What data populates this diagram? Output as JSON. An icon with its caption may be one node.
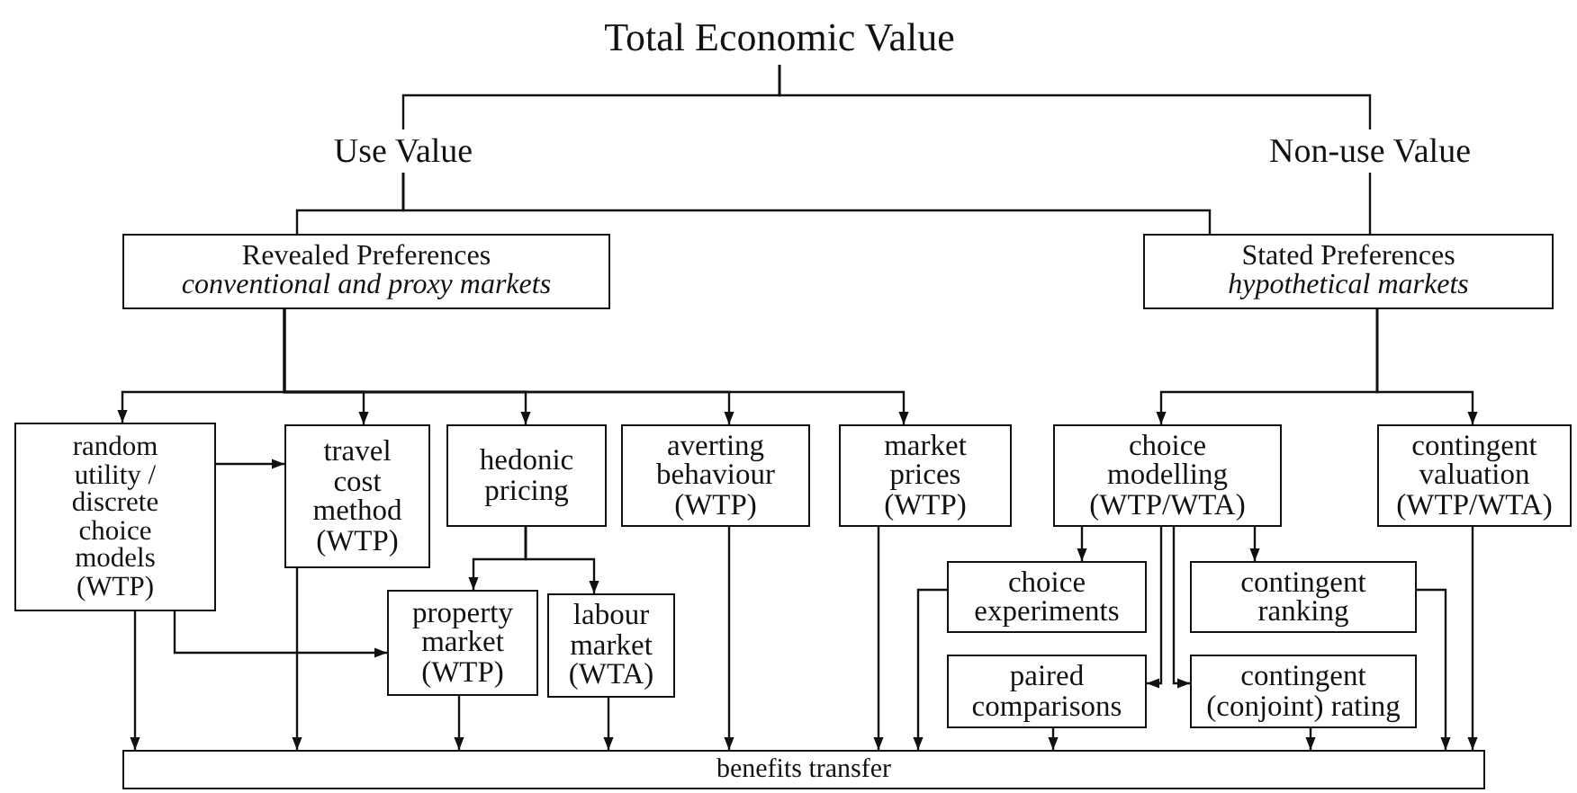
{
  "diagram": {
    "nodes": [
      {
        "text": [
          "Total Economic Value"
        ]
      },
      {
        "text": [
          "Use Value"
        ]
      },
      {
        "text": [
          "Non-use Value"
        ]
      },
      {
        "text": [
          "Revealed Preferences",
          "conventional and proxy markets"
        ]
      },
      {
        "text": [
          "Stated Preferences",
          "hypothetical markets"
        ]
      },
      {
        "text": [
          "random utility / discrete choice models (WTP)"
        ]
      },
      {
        "text": [
          "travel cost method (WTP)"
        ]
      },
      {
        "text": [
          "hedonic pricing"
        ]
      },
      {
        "text": [
          "averting behaviour (WTP)"
        ]
      },
      {
        "text": [
          "market prices (WTP)"
        ]
      },
      {
        "text": [
          "choice modelling (WTP/WTA)"
        ]
      },
      {
        "text": [
          "contingent valuation (WTP/WTA)"
        ]
      },
      {
        "text": [
          "property market (WTP)"
        ]
      },
      {
        "text": [
          "labour market (WTA)"
        ]
      },
      {
        "text": [
          "choice experiments"
        ]
      },
      {
        "text": [
          "contingent ranking"
        ]
      },
      {
        "text": [
          "paired comparisons"
        ]
      },
      {
        "text": [
          "contingent (conjoint) rating"
        ]
      },
      {
        "text": [
          "benefits transfer"
        ]
      }
    ],
    "edges": [
      {
        "from": 0,
        "to": 1,
        "arrow": "none"
      },
      {
        "from": 0,
        "to": 2,
        "arrow": "none"
      },
      {
        "from": 1,
        "to": 3,
        "arrow": "none"
      },
      {
        "from": 1,
        "to": 4,
        "arrow": "none"
      },
      {
        "from": 2,
        "to": 4,
        "arrow": "none"
      },
      {
        "from": 3,
        "to": 5,
        "arrow": "to"
      },
      {
        "from": 3,
        "to": 6,
        "arrow": "to"
      },
      {
        "from": 3,
        "to": 7,
        "arrow": "to"
      },
      {
        "from": 3,
        "to": 8,
        "arrow": "to"
      },
      {
        "from": 3,
        "to": 9,
        "arrow": "to"
      },
      {
        "from": 4,
        "to": 10,
        "arrow": "to"
      },
      {
        "from": 4,
        "to": 11,
        "arrow": "to"
      },
      {
        "from": 5,
        "to": 6,
        "arrow": "to"
      },
      {
        "from": 5,
        "to": 12,
        "arrow": "to"
      },
      {
        "from": 7,
        "to": 12,
        "arrow": "to"
      },
      {
        "from": 7,
        "to": 13,
        "arrow": "to"
      },
      {
        "from": 10,
        "to": 14,
        "arrow": "to"
      },
      {
        "from": 10,
        "to": 15,
        "arrow": "to"
      },
      {
        "from": 10,
        "to": 16,
        "arrow": "to"
      },
      {
        "from": 10,
        "to": 17,
        "arrow": "to"
      },
      {
        "from": 5,
        "to": 18,
        "arrow": "to"
      },
      {
        "from": 6,
        "to": 18,
        "arrow": "to"
      },
      {
        "from": 12,
        "to": 18,
        "arrow": "to"
      },
      {
        "from": 13,
        "to": 18,
        "arrow": "to"
      },
      {
        "from": 8,
        "to": 18,
        "arrow": "to"
      },
      {
        "from": 9,
        "to": 18,
        "arrow": "to"
      },
      {
        "from": 14,
        "to": 18,
        "arrow": "to"
      },
      {
        "from": 16,
        "to": 18,
        "arrow": "to"
      },
      {
        "from": 17,
        "to": 18,
        "arrow": "to"
      },
      {
        "from": 15,
        "to": 18,
        "arrow": "to"
      },
      {
        "from": 11,
        "to": 18,
        "arrow": "to"
      }
    ]
  }
}
